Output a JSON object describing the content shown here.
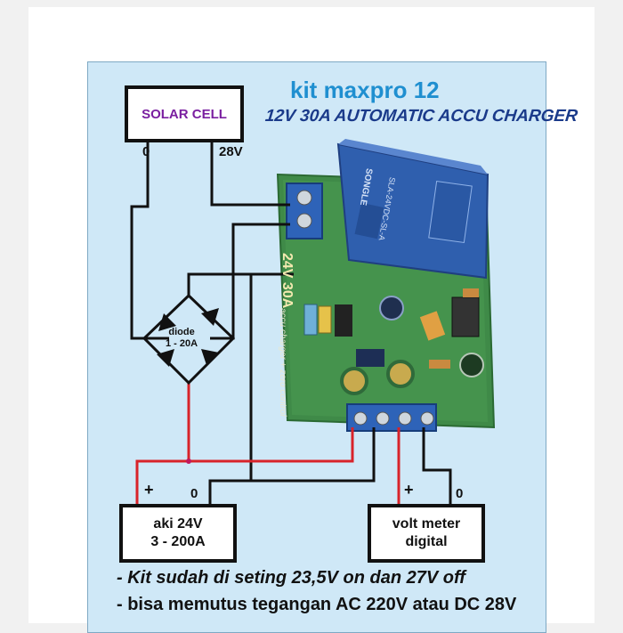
{
  "header": {
    "title": "kit maxpro 12",
    "subtitle": "12V 30A AUTOMATIC ACCU CHARGER"
  },
  "solar_cell": {
    "label": "SOLAR CELL",
    "terminal_neg": "0",
    "terminal_pos": "28V"
  },
  "diode": {
    "label_line1": "diode",
    "label_line2": "1 - 20A"
  },
  "module": {
    "board_text": "24V 30A",
    "board_subtext": "accu charger + zero control",
    "relay_brand": "SONGLE",
    "relay_model": "SLA-24VDC-SL-A"
  },
  "battery": {
    "line1": "aki 24V",
    "line2": "3 - 200A",
    "plus": "+",
    "zero": "0"
  },
  "voltmeter": {
    "line1": "volt meter",
    "line2": "digital",
    "plus": "+",
    "zero": "0"
  },
  "notes": [
    "- Kit sudah di seting  23,5V on dan 27V off",
    "- bisa memutus tegangan AC 220V atau DC 28V"
  ],
  "colors": {
    "panel_bg": "#cfe8f7",
    "wire_black": "#111111",
    "wire_red": "#d8232a",
    "board_green": "#3f8a48",
    "relay_blue": "#2f5fae",
    "title_blue": "#1f8fd0",
    "subtitle_navy": "#1a3a8a",
    "solar_label": "#7a1fa0"
  }
}
